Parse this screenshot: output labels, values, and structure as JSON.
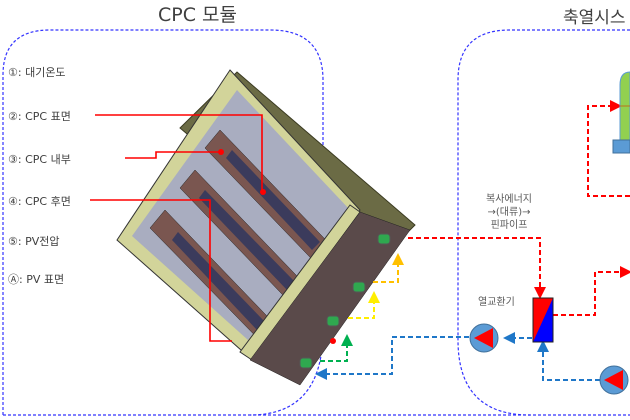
{
  "titles": {
    "cpc_module": "CPC 모듈",
    "storage_system": "축열시스"
  },
  "legend": [
    {
      "marker": "①",
      "label": ": 대기온도"
    },
    {
      "marker": "②",
      "label": ": CPC 표면"
    },
    {
      "marker": "③",
      "label": ": CPC 내부"
    },
    {
      "marker": "④",
      "label": ": CPC 후면"
    },
    {
      "marker": "⑤",
      "label": ": PV전압"
    },
    {
      "marker": "Ⓐ",
      "label": ": PV 표면"
    }
  ],
  "annotations": {
    "radiation": [
      "복사에너지",
      "→(대류)→",
      "핀파이프"
    ],
    "heat_exchanger": "열교환기"
  },
  "colors": {
    "boundary": "#3333ff",
    "hot_line": "#ff0000",
    "cold_line": "#1f77c8",
    "yellow_line": "#ffee00",
    "orange_line": "#ffc000",
    "green_line": "#00b050",
    "pump_fill": "#5b9bd5",
    "pump_arrow": "#ff0000",
    "hx_hot": "#ff0000",
    "hx_cold": "#0000ff",
    "tank": "#92d050",
    "tank_base": "#5b9bd5",
    "frame": "#c4c48a",
    "panel_glass": "#a9adc0",
    "reflector": "#7a5650",
    "tube": "#3b3b5c"
  }
}
